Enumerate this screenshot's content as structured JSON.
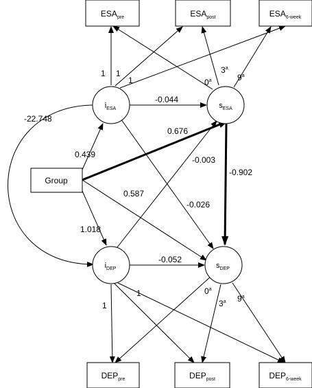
{
  "nodes": {
    "esa_pre": {
      "main": "ESA",
      "sub": "pre"
    },
    "esa_post": {
      "main": "ESA",
      "sub": "post"
    },
    "esa_6week": {
      "main": "ESA",
      "sub": "6-week"
    },
    "i_esa": {
      "main": "i",
      "sub": "ESA"
    },
    "s_esa": {
      "main": "s",
      "sub": "ESA"
    },
    "group": {
      "main": "Group"
    },
    "i_dep": {
      "main": "i",
      "sub": "DEP"
    },
    "s_dep": {
      "main": "s",
      "sub": "DEP"
    },
    "dep_pre": {
      "main": "DEP",
      "sub": "pre"
    },
    "dep_post": {
      "main": "DEP",
      "sub": "post"
    },
    "dep_6week": {
      "main": "DEP",
      "sub": "6-week"
    }
  },
  "coefficients": {
    "cov_iesa_idep": "-22.748",
    "iesa_sesa": "-0.044",
    "group_sesa": "0.676",
    "group_iesa": "0.439",
    "idep_sesa": "-0.003",
    "sesa_sdep": "-0.902",
    "group_sdep": "0.587",
    "iesa_sdep": "-0.026",
    "group_idep": "1.018",
    "idep_sdep": "-0.052"
  },
  "loadings_esa": {
    "i_pre": "1",
    "i_post": "1",
    "i_6week": "1",
    "s_pre": "0",
    "s_post": "3",
    "s_6week": "9",
    "superscript": "a"
  },
  "loadings_dep": {
    "i_pre": "1",
    "i_post": "1",
    "s_pre": "0",
    "s_post": "3",
    "s_6week": "9",
    "superscript": "a"
  }
}
